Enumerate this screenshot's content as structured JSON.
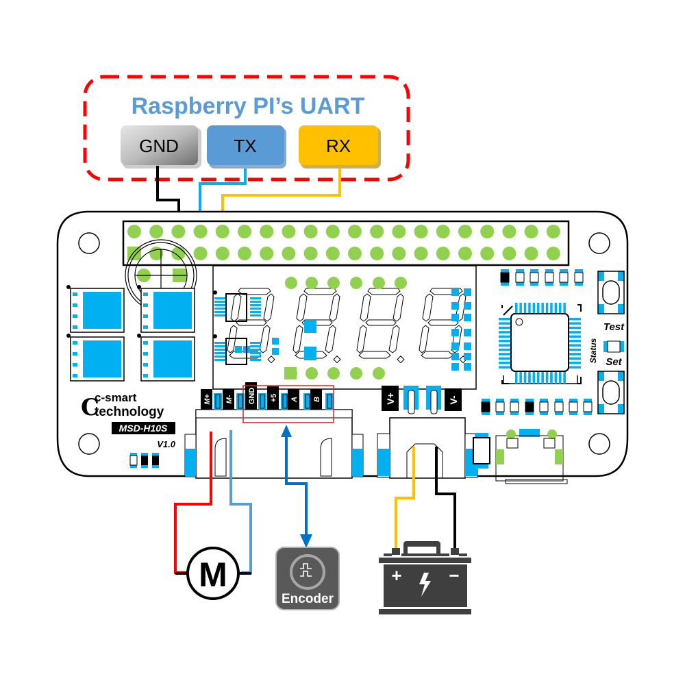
{
  "uart": {
    "title": "Raspberry PI’s UART",
    "pins": [
      {
        "label": "GND",
        "color": "#b8b8b8"
      },
      {
        "label": "TX",
        "color": "#5b9bd5"
      },
      {
        "label": "RX",
        "color": "#ffc000"
      }
    ]
  },
  "board": {
    "brand_line1": "c-smart",
    "brand_line2": "technology",
    "model": "MSD-H10S",
    "version": "V1.0",
    "buttons": {
      "test": "Test",
      "set": "Set"
    },
    "status_label": "Status",
    "motor_header": [
      "M+",
      "M-"
    ],
    "encoder_header": [
      "GND",
      "+5",
      "A",
      "B"
    ],
    "power_header": [
      "V+",
      "V-"
    ],
    "gpio_pins_per_row": 20
  },
  "peripherals": {
    "motor": {
      "symbol": "M"
    },
    "encoder": {
      "label": "Encoder"
    },
    "battery": {
      "plus": "+",
      "minus": "−"
    }
  },
  "colors": {
    "pad_blue": "#00b0f0",
    "pin_green": "#92d050",
    "dash_red": "#ff0000",
    "wire_black": "#000000",
    "wire_blue": "#00b0f0",
    "wire_orange": "#ffc000",
    "wire_red": "#ff0000",
    "wire_lightblue": "#5b9bd5",
    "arrow_blue": "#0070c0",
    "title_blue": "#5b9bd5"
  }
}
